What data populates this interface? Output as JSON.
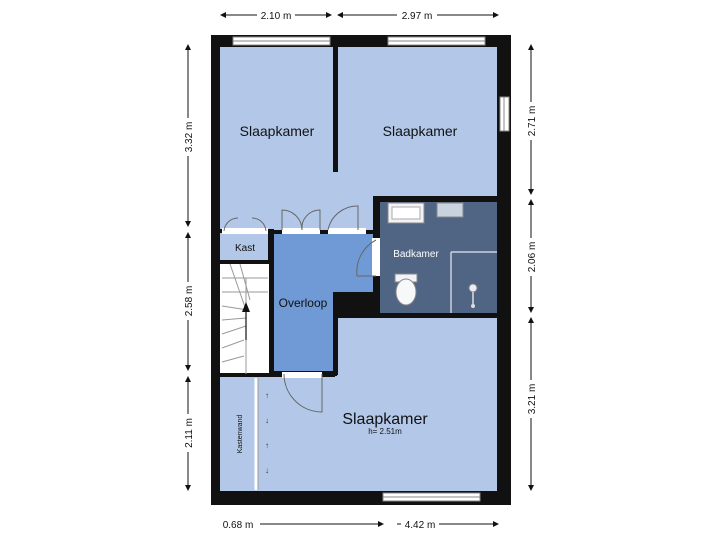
{
  "plan": {
    "colors": {
      "wall": "#111111",
      "bedroom": "#b3c8e8",
      "landing": "#6f9ad6",
      "bathroom": "#506484",
      "closet": "#b3c8e8",
      "stairs": "#ffffff"
    },
    "rooms": {
      "bedroom_top_left": "Slaapkamer",
      "bedroom_top_right": "Slaapkamer",
      "bedroom_bottom": "Slaapkamer",
      "bedroom_bottom_height": "h= 2.51m",
      "bathroom": "Badkamer",
      "landing": "Overloop",
      "closet": "Kast",
      "wardrobe_wall": "Kastenwand"
    },
    "dimensions": {
      "top_left": "2.10 m",
      "top_right": "2.97 m",
      "bottom_left": "0.68 m",
      "bottom_right": "4.42 m",
      "left_top": "3.32 m",
      "left_middle": "2.58 m",
      "left_bottom": "2.11 m",
      "right_top": "2.71 m",
      "right_middle": "2.06 m",
      "right_bottom": "3.21 m"
    },
    "icons": [
      "door-swing-icon",
      "window-icon",
      "stair-arrow-icon",
      "toilet-icon",
      "sink-icon",
      "shower-icon",
      "wardrobe-arrow-icon"
    ]
  }
}
